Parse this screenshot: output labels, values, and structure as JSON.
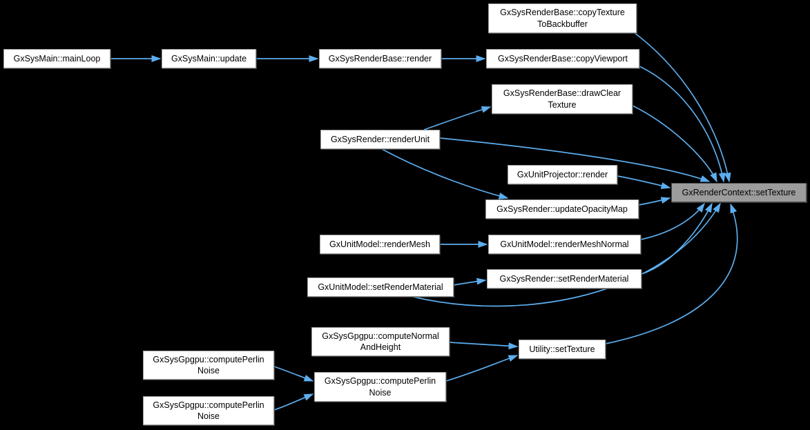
{
  "diagram": {
    "type": "call-graph",
    "background_color": "#000000",
    "edge_color": "#5caeef",
    "node_fill_color": "#ffffff",
    "node_border_color": "#9b9b9b",
    "highlight_fill_color": "#9c9c9c",
    "highlight_border_color": "#4c4c4c",
    "highlighted_node": "GxRenderContext::setTexture",
    "nodes": [
      {
        "id": "mainLoop",
        "label": "GxSysMain::mainLoop"
      },
      {
        "id": "update",
        "label": "GxSysMain::update"
      },
      {
        "id": "render",
        "label": "GxSysRenderBase::render"
      },
      {
        "id": "copyViewport",
        "label": "GxSysRenderBase::copyViewport"
      },
      {
        "id": "copyTB",
        "label": "GxSysRenderBase::copyTexture\nToBackbuffer"
      },
      {
        "id": "drawClear",
        "label": "GxSysRenderBase::drawClear\nTexture"
      },
      {
        "id": "renderUnit",
        "label": "GxSysRender::renderUnit"
      },
      {
        "id": "projector",
        "label": "GxUnitProjector::render"
      },
      {
        "id": "setTexture",
        "label": "GxRenderContext::setTexture",
        "highlighted": true
      },
      {
        "id": "updateOpacity",
        "label": "GxSysRender::updateOpacityMap"
      },
      {
        "id": "renderMesh",
        "label": "GxUnitModel::renderMesh"
      },
      {
        "id": "renderMeshNormal",
        "label": "GxUnitModel::renderMeshNormal"
      },
      {
        "id": "unitSetRM",
        "label": "GxUnitModel::setRenderMaterial"
      },
      {
        "id": "sysSetRM",
        "label": "GxSysRender::setRenderMaterial"
      },
      {
        "id": "computeNH",
        "label": "GxSysGpgpu::computeNormal\nAndHeight"
      },
      {
        "id": "utilSetTexture",
        "label": "Utility::setTexture"
      },
      {
        "id": "perlinA",
        "label": "GxSysGpgpu::computePerlin\nNoise"
      },
      {
        "id": "perlinMid",
        "label": "GxSysGpgpu::computePerlin\nNoise"
      },
      {
        "id": "perlinB",
        "label": "GxSysGpgpu::computePerlin\nNoise"
      }
    ],
    "edges": [
      {
        "from": "mainLoop",
        "to": "update"
      },
      {
        "from": "update",
        "to": "render"
      },
      {
        "from": "render",
        "to": "copyViewport"
      },
      {
        "from": "copyTB",
        "to": "setTexture"
      },
      {
        "from": "copyViewport",
        "to": "setTexture"
      },
      {
        "from": "drawClear",
        "to": "setTexture"
      },
      {
        "from": "renderUnit",
        "to": "drawClear"
      },
      {
        "from": "renderUnit",
        "to": "setTexture"
      },
      {
        "from": "renderUnit",
        "to": "updateOpacity"
      },
      {
        "from": "projector",
        "to": "setTexture"
      },
      {
        "from": "updateOpacity",
        "to": "setTexture"
      },
      {
        "from": "renderMesh",
        "to": "renderMeshNormal"
      },
      {
        "from": "renderMeshNormal",
        "to": "setTexture"
      },
      {
        "from": "unitSetRM",
        "to": "sysSetRM"
      },
      {
        "from": "unitSetRM",
        "to": "setTexture"
      },
      {
        "from": "sysSetRM",
        "to": "setTexture"
      },
      {
        "from": "computeNH",
        "to": "utilSetTexture"
      },
      {
        "from": "perlinMid",
        "to": "utilSetTexture"
      },
      {
        "from": "utilSetTexture",
        "to": "setTexture"
      },
      {
        "from": "perlinA",
        "to": "perlinMid"
      },
      {
        "from": "perlinB",
        "to": "perlinMid"
      }
    ]
  }
}
